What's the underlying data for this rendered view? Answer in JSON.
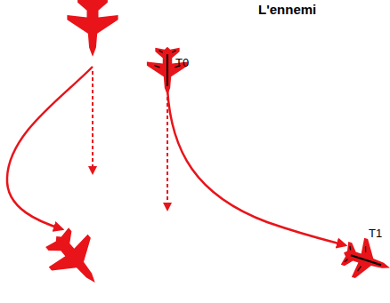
{
  "diagram": {
    "title": "L'ennemi",
    "labels": [
      "T0",
      "T1"
    ]
  }
}
